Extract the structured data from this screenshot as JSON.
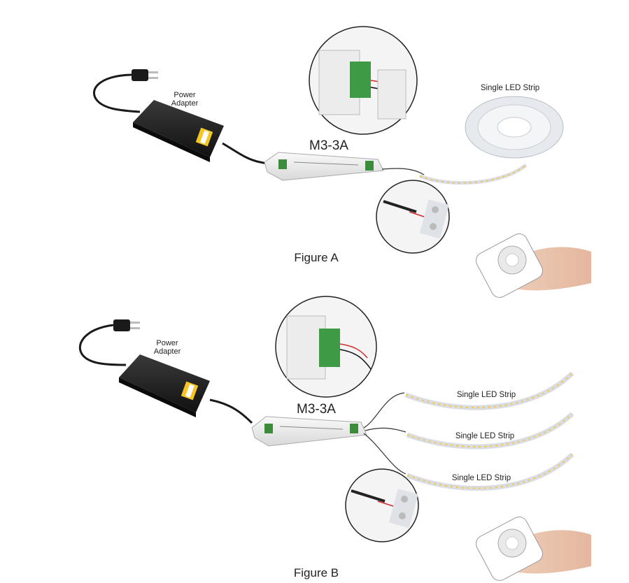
{
  "figure_a": {
    "power_adapter_label_line1": "Power",
    "power_adapter_label_line2": "Adapter",
    "controller_label": "M3-3A",
    "strip_label": "Single LED Strip",
    "caption": "Figure A"
  },
  "figure_b": {
    "power_adapter_label_line1": "Power",
    "power_adapter_label_line2": "Adapter",
    "controller_label": "M3-3A",
    "strip_labels": [
      "Single LED Strip",
      "Single LED Strip",
      "Single LED Strip"
    ],
    "caption": "Figure B"
  },
  "icons": [
    "plug-icon",
    "power-adapter-icon",
    "controller-icon",
    "led-strip-icon",
    "remote-control-icon",
    "magnifier-icon"
  ],
  "colors": {
    "adapter": "#1c1c1c",
    "controller": "#eeeeee",
    "strip": "#e6e9ee",
    "wire_red": "#d32b2b",
    "label_yellow": "#f3c623"
  }
}
